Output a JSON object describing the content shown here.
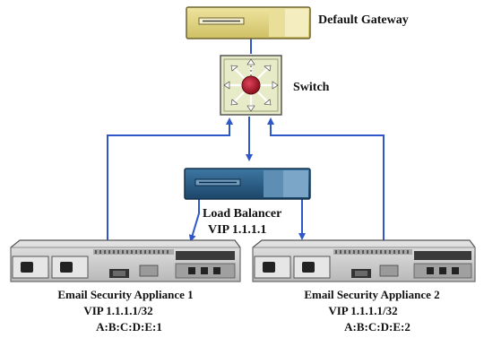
{
  "diagram": {
    "gateway": {
      "label": "Default Gateway"
    },
    "switch": {
      "label": "Switch"
    },
    "load_balancer": {
      "label": "Load Balancer",
      "vip": "VIP 1.1.1.1"
    },
    "appliances": [
      {
        "name": "Email Security Appliance 1",
        "vip": "VIP 1.1.1.1/32",
        "mac": "A:B:C:D:E:1"
      },
      {
        "name": "Email Security Appliance 2",
        "vip": "VIP 1.1.1.1/32",
        "mac": "A:B:C:D:E:2"
      }
    ],
    "colors": {
      "link": "#2f57c9",
      "gateway_fill": "#ddd07a",
      "switch_fill": "#e8ebc8",
      "switch_core": "#b0182a",
      "lb_fill": "#2b5e86",
      "appliance_fill": "#cfcfcf"
    }
  }
}
